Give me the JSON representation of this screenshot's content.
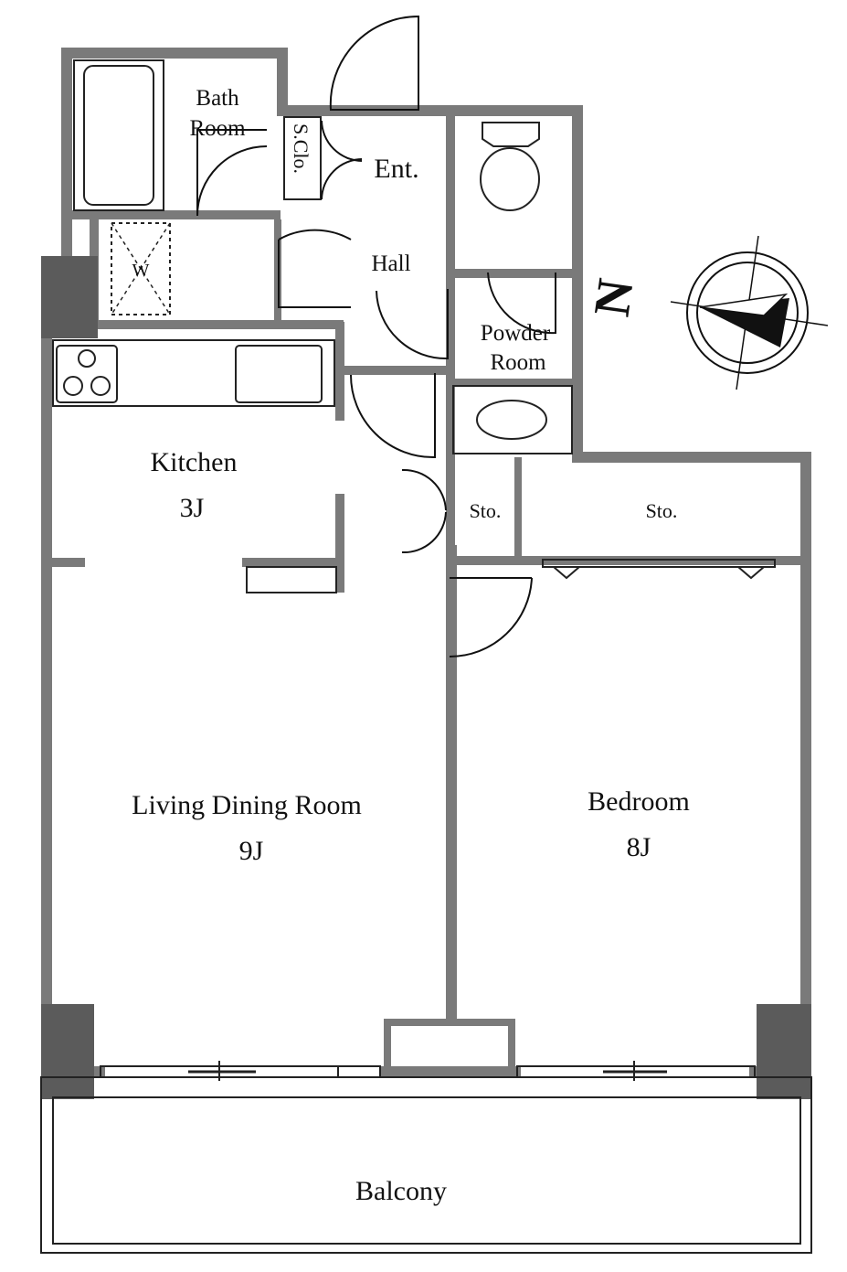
{
  "floor_plan": {
    "rooms": {
      "bath_room": [
        "Bath",
        "Room"
      ],
      "shoe_closet": "S.Clo.",
      "entrance": "Ent.",
      "washer": "W",
      "hall": "Hall",
      "powder_room": [
        "Powder",
        "Room"
      ],
      "kitchen": [
        "Kitchen",
        "3J"
      ],
      "storage_small": "Sto.",
      "storage_large": "Sto.",
      "living_dining": [
        "Living Dining Room",
        "9J"
      ],
      "bedroom": [
        "Bedroom",
        "8J"
      ],
      "balcony": "Balcony"
    },
    "compass": {
      "label": "N"
    },
    "colors": {
      "wall": "#7a7a7a",
      "pillar": "#5b5b5b",
      "line": "#111111",
      "background": "#ffffff"
    }
  }
}
